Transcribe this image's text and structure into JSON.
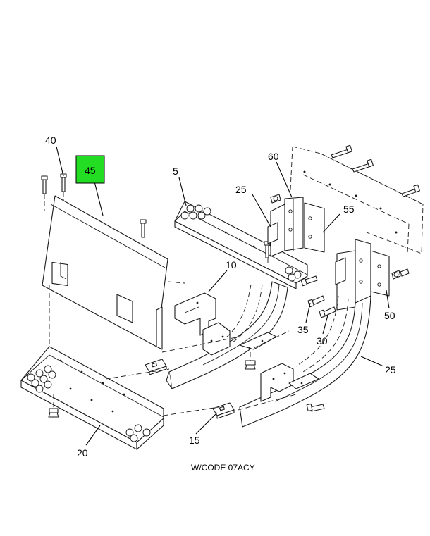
{
  "highlight_color": "#22dd22",
  "caption": "W/CODE 07ACY",
  "callouts": {
    "c40": "40",
    "c45": "45",
    "c5": "5",
    "c60": "60",
    "c25a": "25",
    "c55": "55",
    "c10": "10",
    "c50": "50",
    "c35": "35",
    "c30": "30",
    "c25b": "25",
    "c15": "15",
    "c20": "20"
  }
}
